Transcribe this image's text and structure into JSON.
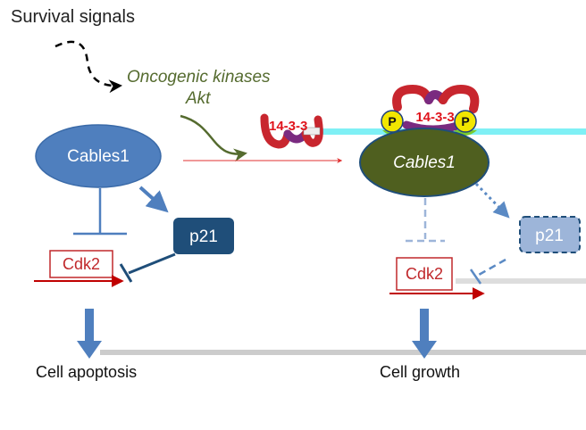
{
  "labels": {
    "survival_signals": "Survival signals",
    "oncogenic_kinases": "Oncogenic kinases",
    "akt": "Akt",
    "cables1_left": "Cables1",
    "cables1_right": "Cables1",
    "p21_left": "p21",
    "p21_right": "p21",
    "cdk2_left": "Cdk2",
    "cdk2_right": "Cdk2",
    "protein_1433_left": "14-3-3",
    "protein_1433_right": "14-3-3",
    "phospho_left": "P",
    "phospho_right": "P",
    "outcome_left": "Cell apoptosis",
    "outcome_right": "Cell growth"
  },
  "colors": {
    "cables1_left": "#4f7fbe",
    "cables1_right": "#4f5f1f",
    "p21_left": "#1f4e79",
    "p21_right": "#9db5d9",
    "cdk2_border": "#c0282b",
    "arrow_red": "#c00000",
    "kinase_green": "#556b2f",
    "membrane": "#7ff0f5",
    "phospho_yellow": "#f2e600",
    "protein_purple": "#7a2a80",
    "protein_red": "#c8262e"
  }
}
